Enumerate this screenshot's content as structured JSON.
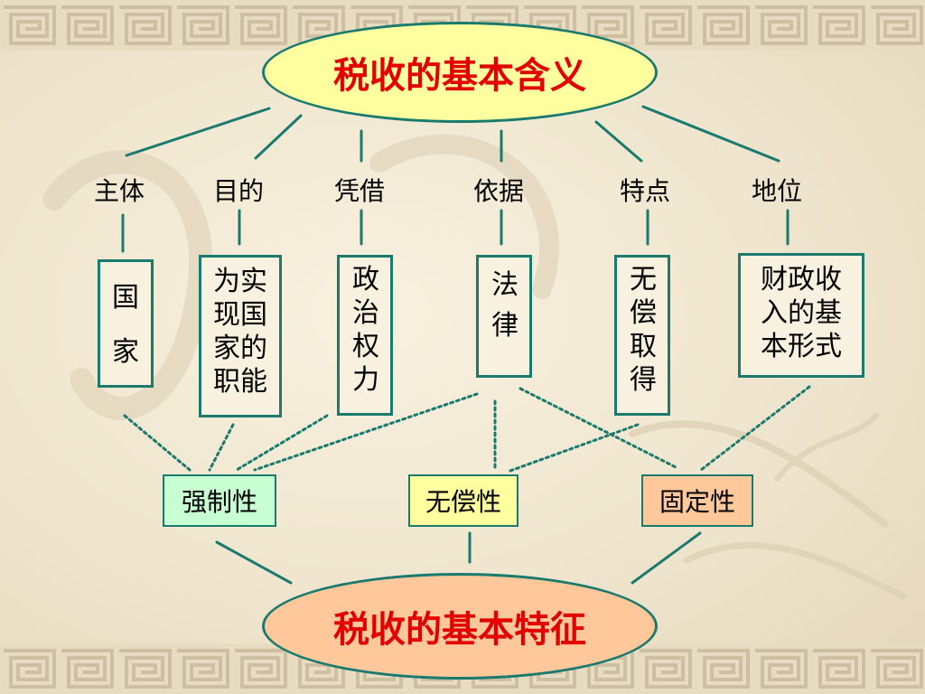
{
  "title": "税收的基本含义",
  "bottom_title": "税收的基本特征",
  "categories": [
    {
      "label": "主体",
      "content": "国 家"
    },
    {
      "label": "目的",
      "content": "为实现国家的职能"
    },
    {
      "label": "凭借",
      "content": "政治权力"
    },
    {
      "label": "依据",
      "content": "法 律"
    },
    {
      "label": "特点",
      "content": "无偿取得"
    },
    {
      "label": "地位",
      "content": "财政收入的基本形式"
    }
  ],
  "features": [
    {
      "label": "强制性",
      "color": "#c8ffd2"
    },
    {
      "label": "无偿性",
      "color": "#ffffa0"
    },
    {
      "label": "固定性",
      "color": "#ffc89b"
    }
  ],
  "colors": {
    "border": "#1a7a6e",
    "title_text": "#e20000",
    "background": "#f8f1df"
  }
}
